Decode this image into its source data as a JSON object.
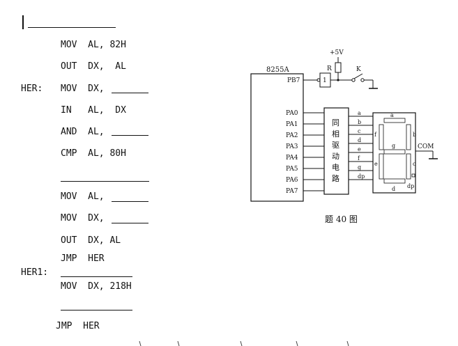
{
  "code": {
    "line1": "MOV  AL, 82H",
    "line2": "OUT  DX,  AL",
    "label_her": "HER:",
    "line3": "MOV  DX, ",
    "line4": "IN   AL,  DX",
    "line5": "AND  AL, ",
    "line6": "CMP  AL, 80H",
    "line7": "MOV  AL, ",
    "line8": "MOV  DX, ",
    "line9": "OUT  DX, AL",
    "line10": "JMP  HER",
    "label_her1": "HER1:",
    "line11": "MOV  DX, 218H",
    "line12": "JMP  HER"
  },
  "diagram": {
    "chip": "8255A",
    "pb7": "PB7",
    "pa_pins": [
      "PA0",
      "PA1",
      "PA2",
      "PA3",
      "PA4",
      "PA5",
      "PA6",
      "PA7"
    ],
    "driver_label": [
      "同",
      "相",
      "驱",
      "动",
      "电",
      "路"
    ],
    "seg_lines": [
      "a",
      "b",
      "c",
      "d",
      "e",
      "f",
      "g",
      "dp"
    ],
    "vcc": "+5V",
    "resistor": "R",
    "switch": "K",
    "com": "COM",
    "gate": "1",
    "seg_display_labels": {
      "a": "a",
      "b": "b",
      "c": "c",
      "d": "d",
      "e": "e",
      "f": "f",
      "g": "g",
      "dp": "dp"
    }
  },
  "caption": "题 40 图"
}
